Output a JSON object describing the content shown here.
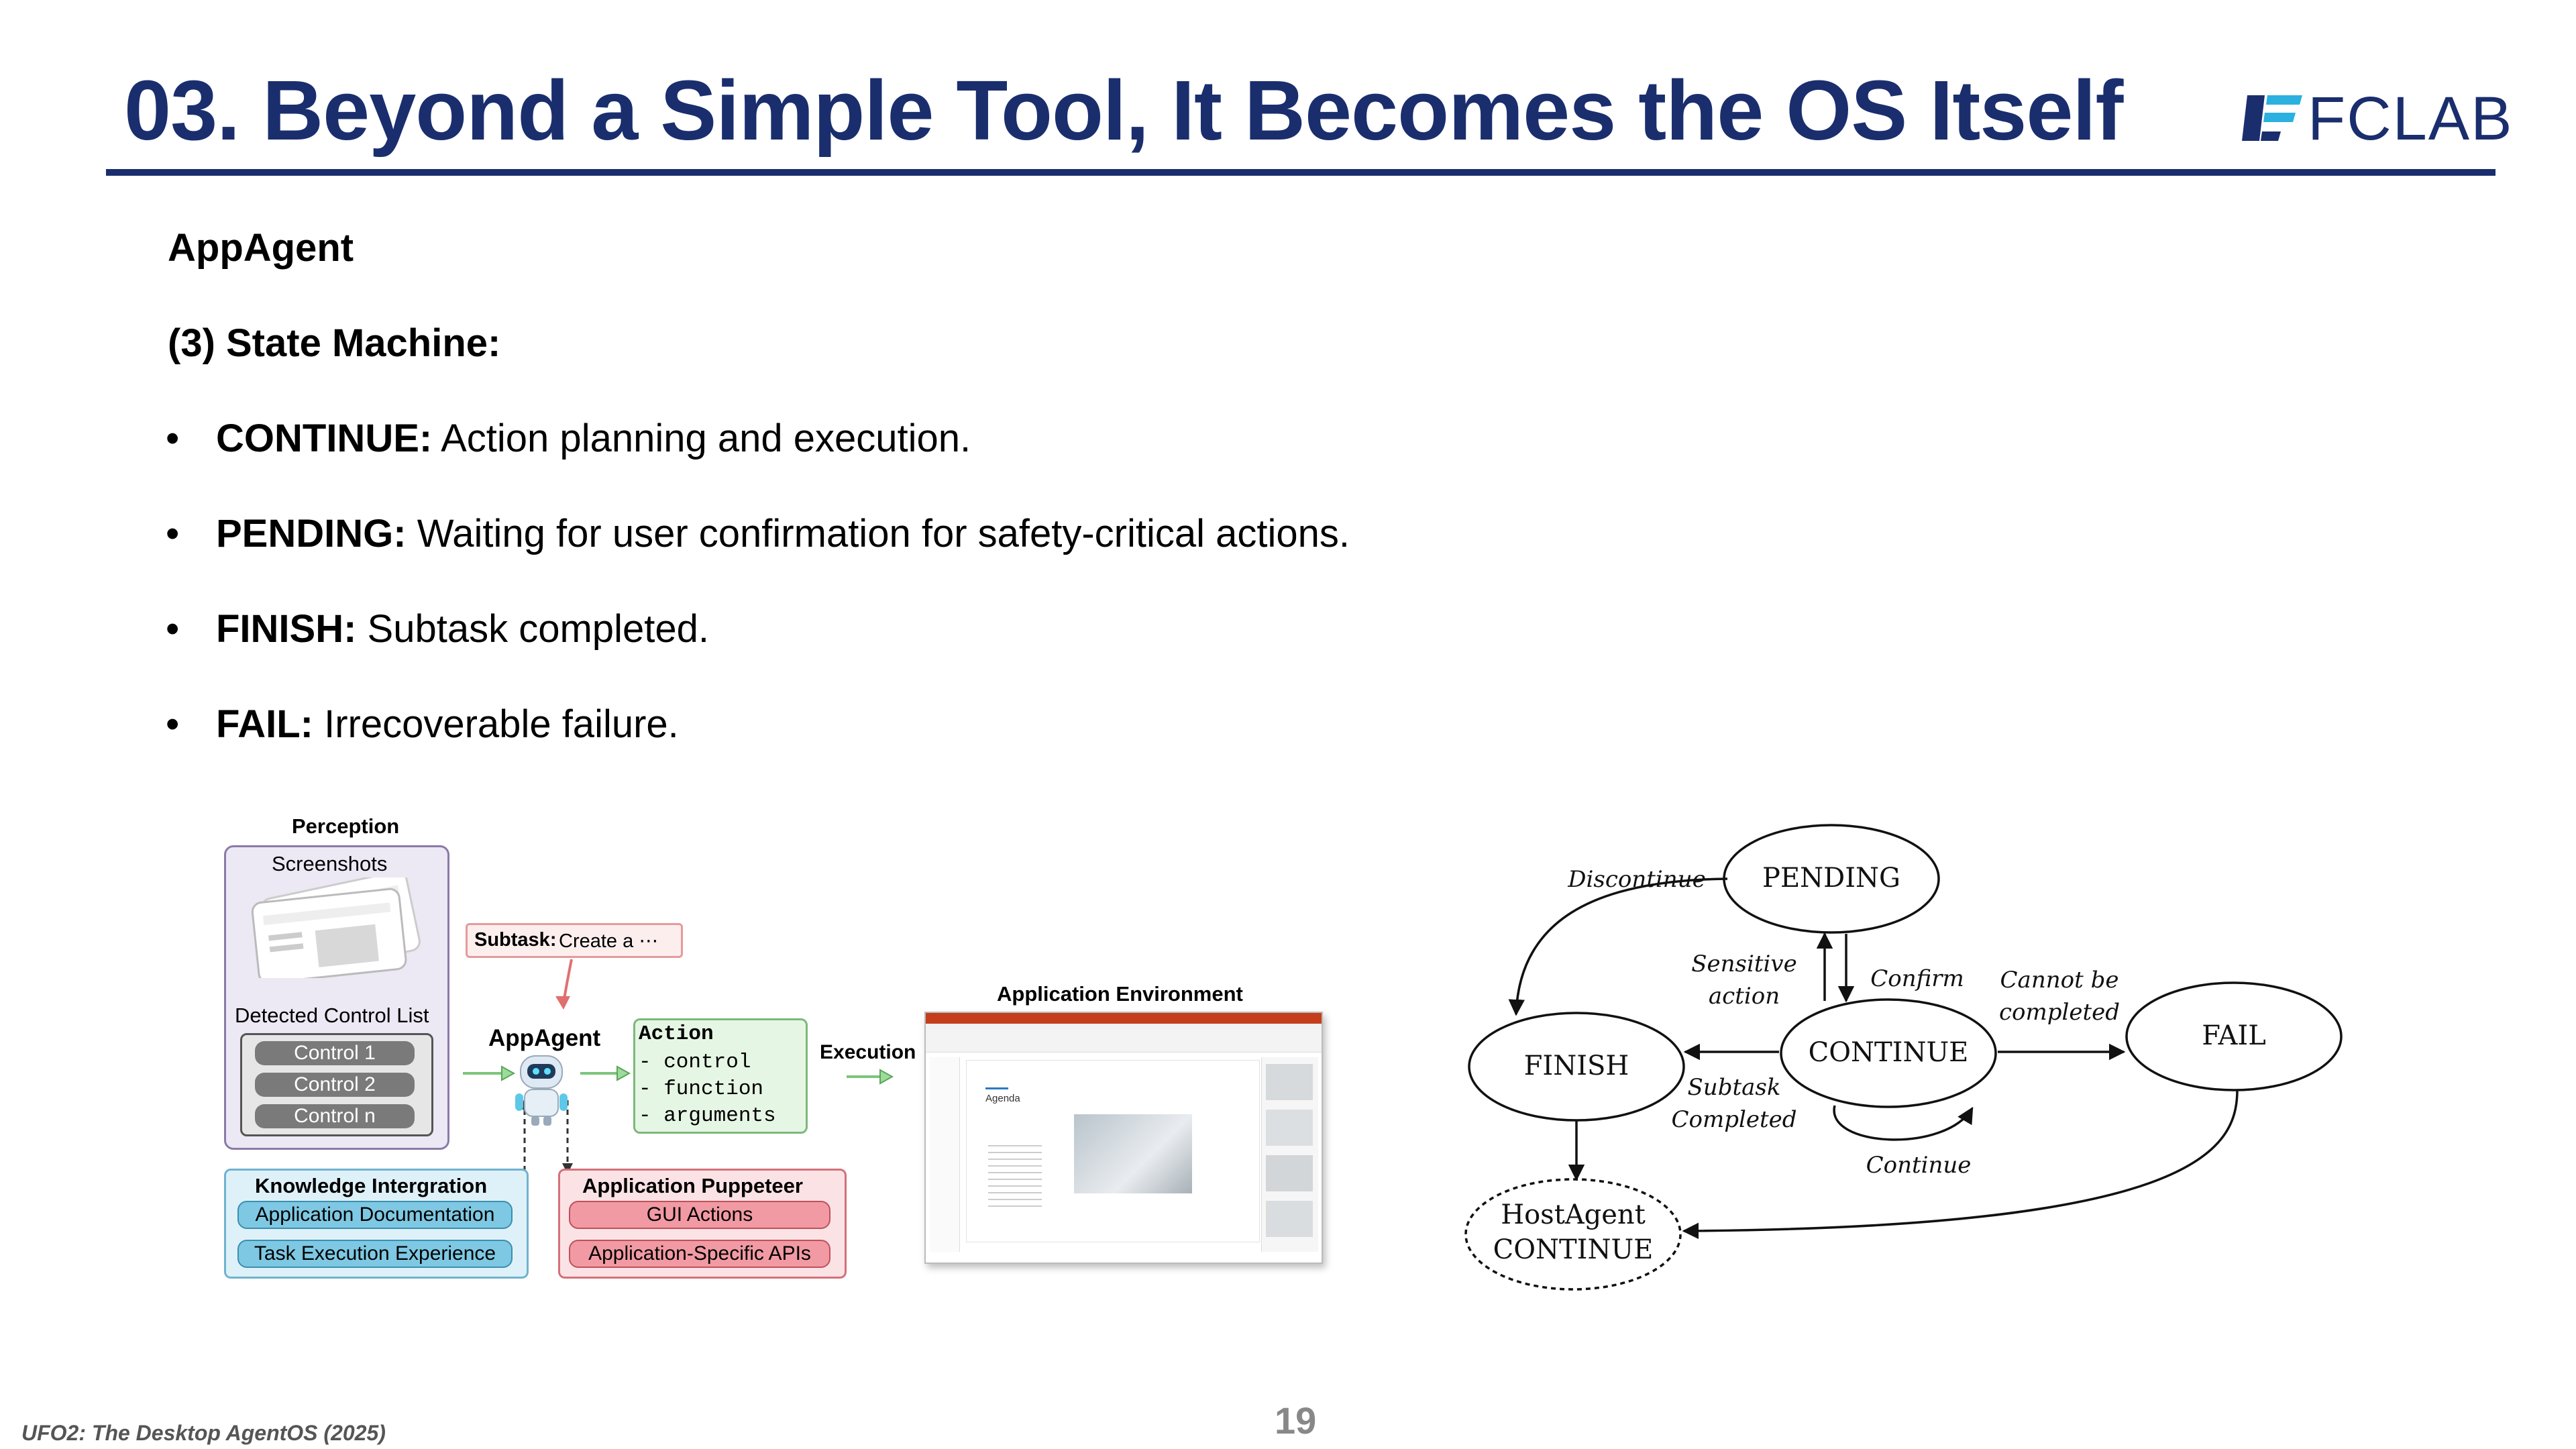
{
  "slide": {
    "title": "03. Beyond a Simple Tool, It Becomes the OS Itself",
    "logo_text": "FCLAB",
    "heading": "AppAgent",
    "subheading": "(3) State Machine:",
    "bullets": [
      {
        "term": "CONTINUE:",
        "text": " Action planning and execution."
      },
      {
        "term": "PENDING:",
        "text": " Waiting for user confirmation for safety-critical actions."
      },
      {
        "term": "FINISH:",
        "text": " Subtask completed."
      },
      {
        "term": "FAIL:",
        "text": " Irrecoverable failure."
      }
    ],
    "bullet_glyph": "•",
    "footer_citation": "UFO2: The Desktop AgentOS (2025)",
    "page_number": "19"
  },
  "figure_left": {
    "perception_title": "Perception",
    "screenshots_label": "Screenshots",
    "control_list_label": "Detected Control List",
    "controls": [
      "Control 1",
      "Control 2",
      "Control n"
    ],
    "subtask_label": "Subtask:",
    "subtask_text": "Create a ⋯",
    "agent_label": "AppAgent",
    "action_title": "Action",
    "action_items": [
      "- control",
      "- function",
      "- arguments"
    ],
    "execution_label": "Execution",
    "env_title": "Application Environment",
    "env_slide_title": "Agenda",
    "knowledge_title": "Knowledge Intergration",
    "knowledge_items": [
      "Application Documentation",
      "Task Execution Experience"
    ],
    "puppeteer_title": "Application Puppeteer",
    "puppeteer_items": [
      "GUI Actions",
      "Application-Specific APIs"
    ],
    "colors": {
      "perception": "#ece8f4",
      "knowledge": "#dff1f8",
      "puppeteer": "#fbe3e5",
      "action": "#e6f6e4",
      "subtask": "#fdeeee"
    }
  },
  "figure_right": {
    "states": {
      "pending": "PENDING",
      "continue": "CONTINUE",
      "finish": "FINISH",
      "fail": "FAIL",
      "host_line1": "HostAgent",
      "host_line2": "CONTINUE"
    },
    "edges": {
      "discontinue": "Discontinue",
      "sensitive_1": "Sensitive",
      "sensitive_2": "action",
      "confirm": "Confirm",
      "cannot_1": "Cannot be",
      "cannot_2": "completed",
      "subtask_1": "Subtask",
      "subtask_2": "Completed",
      "continue_loop": "Continue"
    }
  }
}
